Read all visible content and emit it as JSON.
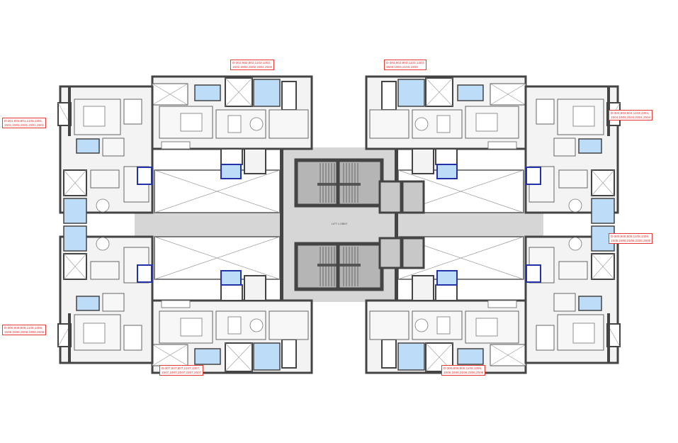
{
  "plan": {
    "center_label": "LIFT LOBBY",
    "colors": {
      "wall": "#444444",
      "floor": "#f3f3f3",
      "corridor": "#d6d6d6",
      "stair": "#b5b5b5",
      "highlight": "#bcdcf7",
      "label": "#e53935"
    },
    "unit_labels": [
      {
        "id": "top-left-wing",
        "line1": "D-301,601,801,1101,1301,",
        "line2": "1501,1901,2101,2301,2501"
      },
      {
        "id": "top-left-center",
        "line1": "D-302,602,802,1102,1302,",
        "line2": "1502,1902,2102,2302,2502"
      },
      {
        "id": "top-right-center",
        "line1": "D-303,603,803,1103,1303,",
        "line2": "1503,1903,2103,2303"
      },
      {
        "id": "top-right-wing",
        "line1": "D-304,604,804,1104,1304,",
        "line2": "1504,1904,2104,2304,2504"
      },
      {
        "id": "bottom-right-wing",
        "line1": "D-305,605,805,1105,1305,",
        "line2": "1505,1905,2105,2305,2505"
      },
      {
        "id": "bottom-right-center",
        "line1": "D-306,606,806,1106,1306,",
        "line2": "1506,1906,2106,2306,2506"
      },
      {
        "id": "bottom-left-center",
        "line1": "D-307,607,807,1107,1307,",
        "line2": "1507,1907,2107,2307,2507"
      },
      {
        "id": "bottom-left-wing",
        "line1": "D-308,608,808,1108,1308,",
        "line2": "1508,1908,2108,2308,2508"
      }
    ]
  }
}
